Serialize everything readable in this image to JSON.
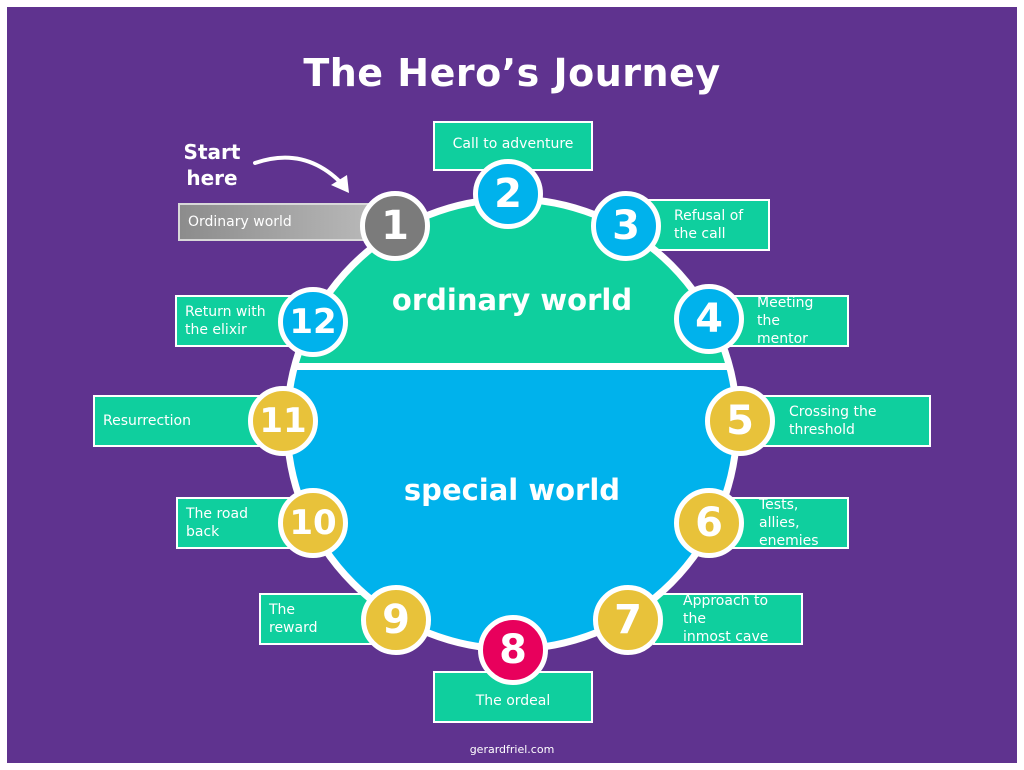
{
  "title": "The Hero’s Journey",
  "start_label": "Start\nhere",
  "worlds": {
    "top": "ordinary world",
    "bottom": "special world"
  },
  "colors": {
    "background": "#5f338f",
    "ordinary_world": "#0fcf9e",
    "special_world": "#00b2ec",
    "blue_step": "#00b2ec",
    "gold_step": "#e8c23a",
    "red_step": "#e8005c",
    "gray_step": "#7b7b7b",
    "label_box": "#0fcf9e"
  },
  "steps": [
    {
      "number": "1",
      "label": "Ordinary world"
    },
    {
      "number": "2",
      "label": "Call to adventure"
    },
    {
      "number": "3",
      "label": "Refusal of\nthe call"
    },
    {
      "number": "4",
      "label": "Meeting the\nmentor"
    },
    {
      "number": "5",
      "label": "Crossing the\nthreshold"
    },
    {
      "number": "6",
      "label": "Tests, allies,\nenemies"
    },
    {
      "number": "7",
      "label": "Approach to the\ninmost cave"
    },
    {
      "number": "8",
      "label": "The ordeal"
    },
    {
      "number": "9",
      "label": "The\nreward"
    },
    {
      "number": "10",
      "label": "The road\nback"
    },
    {
      "number": "11",
      "label": "Resurrection"
    },
    {
      "number": "12",
      "label": "Return with\nthe elixir"
    }
  ],
  "footer": "gerardfriel.com"
}
